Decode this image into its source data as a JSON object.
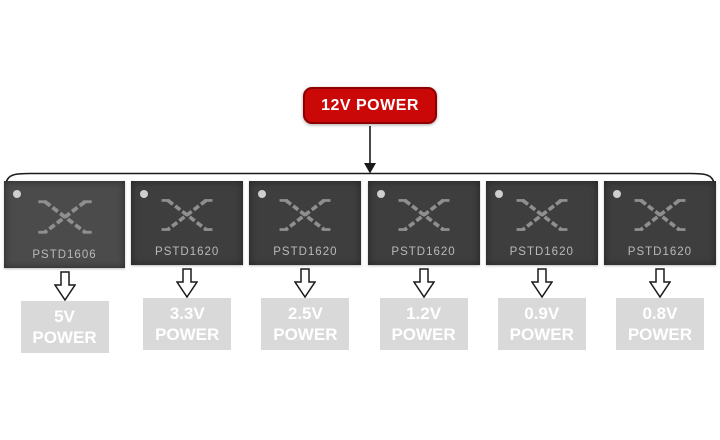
{
  "diagram": {
    "source": {
      "label": "12V POWER"
    },
    "chips": [
      {
        "part": "PSTD1606",
        "voltage": "5V",
        "power_word": "POWER"
      },
      {
        "part": "PSTD1620",
        "voltage": "3.3V",
        "power_word": "POWER"
      },
      {
        "part": "PSTD1620",
        "voltage": "2.5V",
        "power_word": "POWER"
      },
      {
        "part": "PSTD1620",
        "voltage": "1.2V",
        "power_word": "POWER"
      },
      {
        "part": "PSTD1620",
        "voltage": "0.9V",
        "power_word": "POWER"
      },
      {
        "part": "PSTD1620",
        "voltage": "0.8V",
        "power_word": "POWER"
      }
    ],
    "icons": {
      "chip_logo": "circuit-x-logo",
      "down_arrow": "down-arrow",
      "pin_dot": "pin1-indicator-dot"
    },
    "colors": {
      "source_bg": "#cb0808",
      "source_border": "#8e0000",
      "source_text": "#ffffff",
      "chip_bg": "#3e3e3e",
      "chip_bg_first": "#4b4b4b",
      "chip_part_text": "#b9b9b9",
      "rail_label_bg": "#d9d9d9",
      "rail_label_text": "#ffffff",
      "connector_line": "#1a1a1a"
    }
  }
}
